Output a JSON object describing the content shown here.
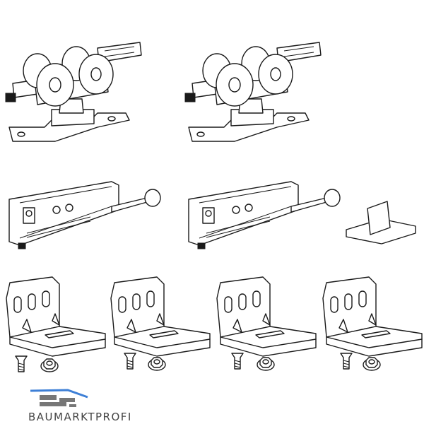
{
  "brand": {
    "name": "BAUMARKTPROFI",
    "accent": "#3d7fd6",
    "brick_color": "#777777"
  },
  "parts": [
    {
      "name": "roller-carriage",
      "count": 2
    },
    {
      "name": "door-stopper",
      "count": 2
    },
    {
      "name": "floor-guide",
      "count": 1
    },
    {
      "name": "angle-bracket",
      "count": 4
    },
    {
      "name": "countersunk-screw",
      "count": 4
    },
    {
      "name": "flange-nut",
      "count": 4
    }
  ]
}
